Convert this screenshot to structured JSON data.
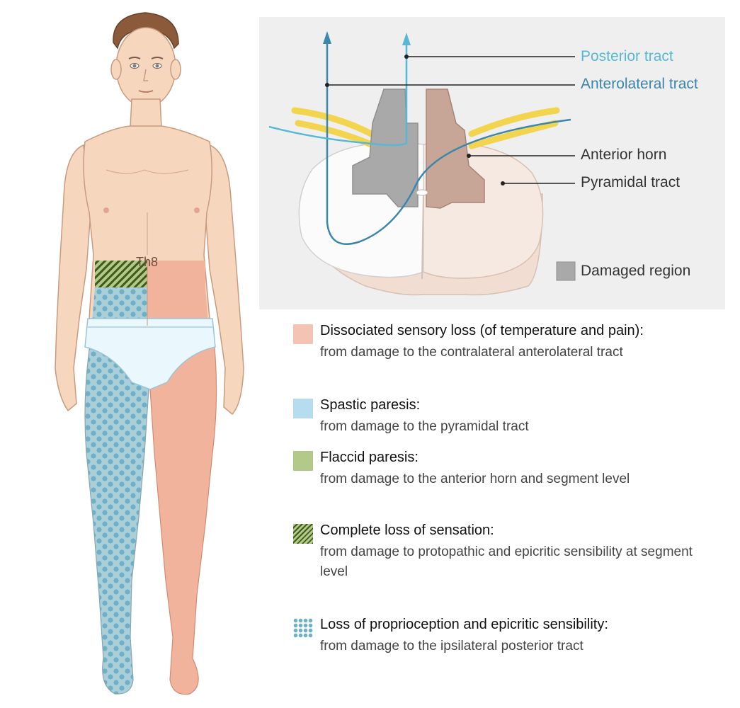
{
  "labels": {
    "posterior_tract": "Posterior tract",
    "anterolateral_tract": "Anterolateral tract",
    "anterior_horn": "Anterior horn",
    "pyramidal_tract": "Pyramidal tract",
    "damaged_region": "Damaged region",
    "segment": "Th8"
  },
  "legend": [
    {
      "title": "Dissociated sensory loss (of temperature and pain):",
      "desc": "from damage to the contralateral anterolateral tract",
      "swatch": "#f4c3b3"
    },
    {
      "title": "Spastic paresis:",
      "desc": "from damage to the pyramidal tract",
      "swatch": "#b6dcef"
    },
    {
      "title": "Flaccid paresis:",
      "desc": "from damage to the anterior horn and segment level",
      "swatch": "#b2c98a"
    },
    {
      "title": "Complete loss of sensation:",
      "desc": "from damage to protopathic and epicritic sensibility at segment level",
      "swatch": "hatch"
    },
    {
      "title": "Loss of proprioception and epicritic sensibility:",
      "desc": "from damage to the ipsilateral posterior tract",
      "swatch": "dots"
    }
  ],
  "colors": {
    "skin": "#f6d6bd",
    "skin_outline": "#c99b80",
    "salmon": "#f2b39d",
    "blue_dots_bg": "#a9cfd9",
    "dot": "#6fb0c8",
    "green": "#90a94e",
    "anterolateral": "#3a86ad",
    "posterior": "#57b8d6",
    "grey_damaged": "#a9a9a9"
  }
}
